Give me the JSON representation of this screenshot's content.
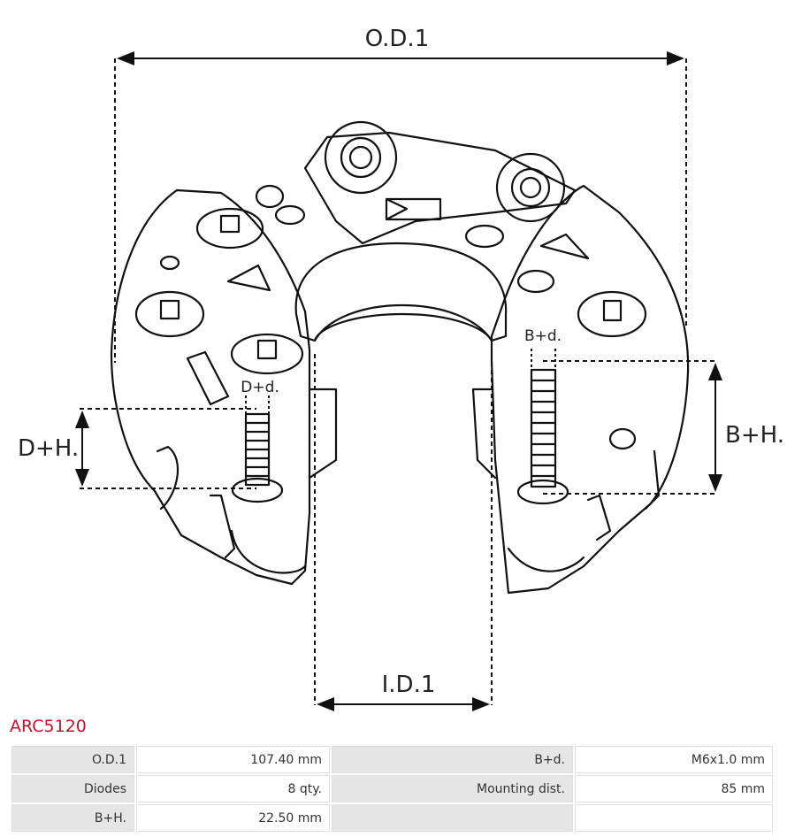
{
  "diagram": {
    "labels": {
      "outer_diameter": "O.D.1",
      "inner_diameter": "I.D.1",
      "d_plus_height": "D+H.",
      "d_plus_diameter": "D+d.",
      "b_plus_height": "B+H.",
      "b_plus_diameter": "B+d."
    }
  },
  "product": {
    "code": "ARC5120"
  },
  "specs": {
    "rows": [
      {
        "left_key": "O.D.1",
        "left_value": "107.40 mm",
        "right_key": "B+d.",
        "right_value": "M6x1.0 mm"
      },
      {
        "left_key": "Diodes",
        "left_value": "8 qty.",
        "right_key": "Mounting dist.",
        "right_value": "85 mm"
      },
      {
        "left_key": "B+H.",
        "left_value": "22.50 mm",
        "right_key": "",
        "right_value": ""
      }
    ]
  },
  "colors": {
    "accent": "#c8102e",
    "line": "#111111",
    "key_cell": "#e6e6e6"
  }
}
